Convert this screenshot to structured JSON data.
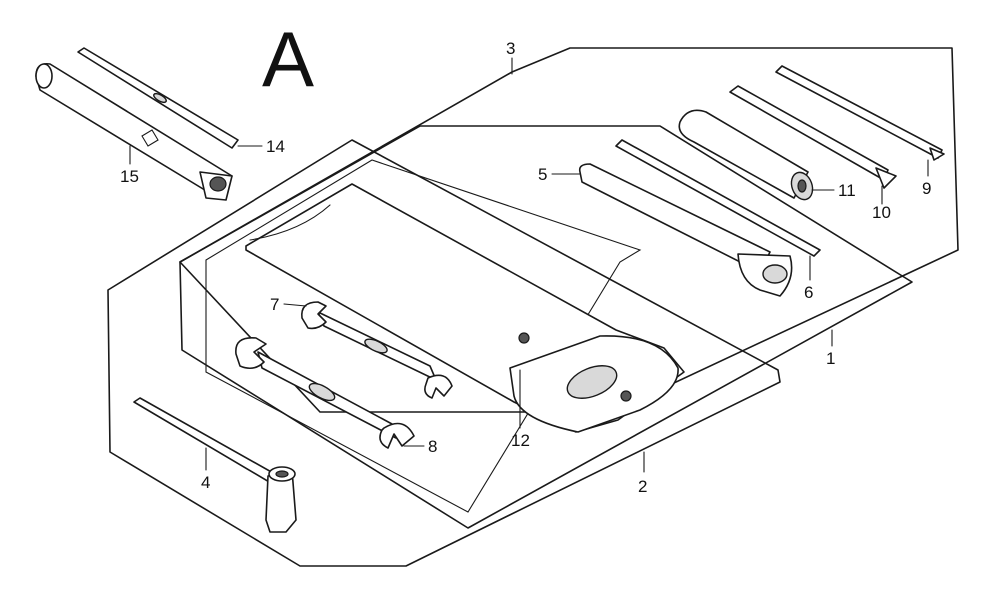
{
  "diagram": {
    "section_letter": "A",
    "callouts": [
      "1",
      "2",
      "3",
      "4",
      "5",
      "6",
      "7",
      "8",
      "9",
      "10",
      "11",
      "12",
      "14",
      "15"
    ]
  }
}
